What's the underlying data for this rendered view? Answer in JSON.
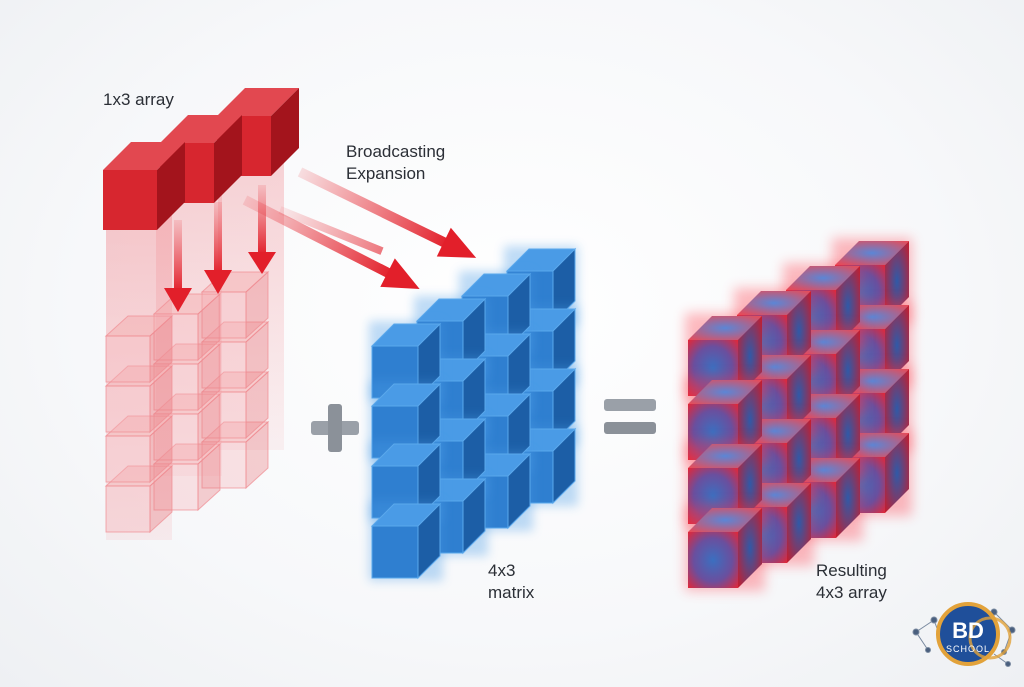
{
  "labels": {
    "source_array": "1x3 array",
    "broadcast_line1": "Broadcasting",
    "broadcast_line2": "Expansion",
    "matrix_line1": "4x3",
    "matrix_line2": "matrix",
    "result_line1": "Resulting",
    "result_line2": "4x3 array"
  },
  "operators": {
    "plus": "+",
    "equals": "="
  },
  "grids": {
    "source": {
      "rows": 1,
      "cols": 3
    },
    "ghost": {
      "rows": 4,
      "cols": 3
    },
    "matrix": {
      "rows": 4,
      "cols": 4
    },
    "result": {
      "rows": 4,
      "cols": 4
    }
  },
  "colors": {
    "red": "#d7262f",
    "red_dark": "#a3141c",
    "red_light": "#e24850",
    "blue": "#2f7fd0",
    "blue_dark": "#1c5ea6",
    "blue_light": "#4a9be6",
    "ghost": "#f4a8ab",
    "operator": "#9aa0a8",
    "text": "#2b2f36"
  },
  "logo": {
    "line1": "BD",
    "line2": "SCHOOL"
  }
}
